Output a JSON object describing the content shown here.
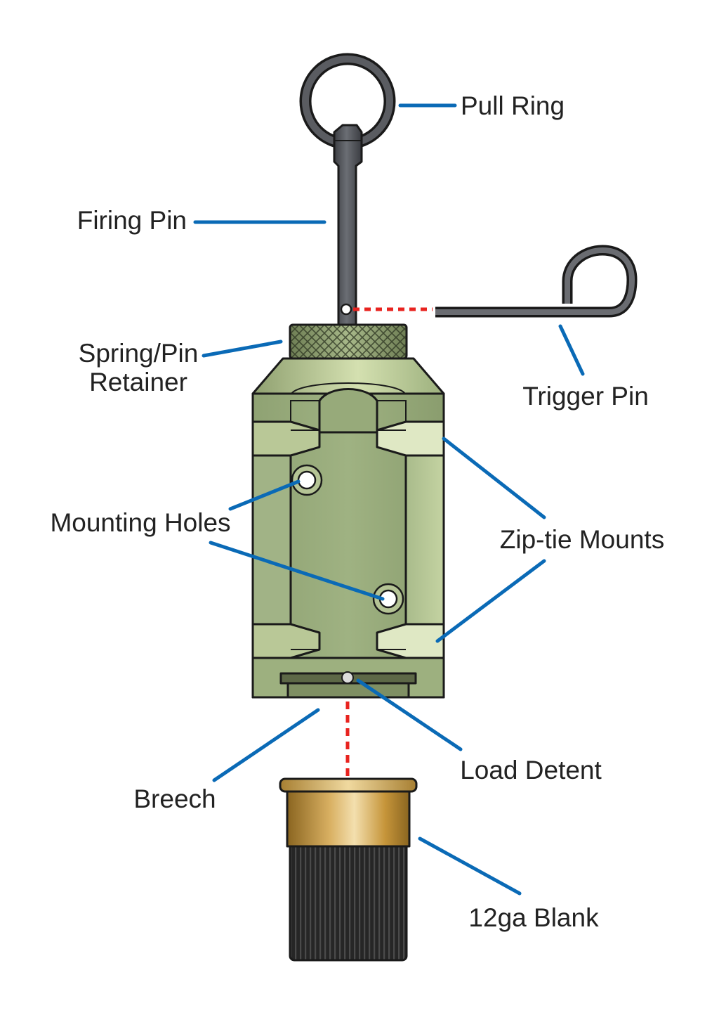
{
  "labels": {
    "pull_ring": "Pull Ring",
    "firing_pin": "Firing Pin",
    "spring_pin_retainer_line1": "Spring/Pin",
    "spring_pin_retainer_line2": "Retainer",
    "trigger_pin": "Trigger Pin",
    "mounting_holes": "Mounting Holes",
    "zip_tie_mounts": "Zip-tie Mounts",
    "load_detent": "Load Detent",
    "breech": "Breech",
    "blank_12ga": "12ga Blank"
  },
  "colors": {
    "leader": "#0a6ab6",
    "dashed_guide": "#e8231f",
    "body_main": "#94a778",
    "body_light": "#b9c997",
    "body_dark": "#7d8f62",
    "pin_metal": "#4d4f55",
    "brass": "#c99a3c",
    "hull": "#1e1e1e"
  }
}
